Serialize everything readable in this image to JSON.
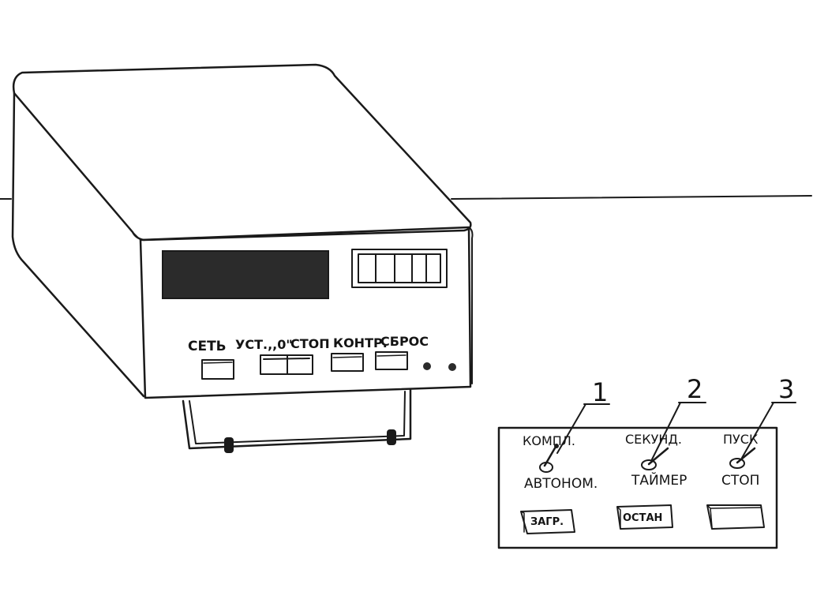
{
  "device_labels": {
    "power": "СЕТЬ",
    "zero_set": "УСТ.,,0\"",
    "stop": "СТОП",
    "control": "КОНТР.",
    "reset": "СБРОС"
  },
  "callouts": [
    "1",
    "2",
    "3"
  ],
  "panel": {
    "switch1_top": "КОМПЛ.",
    "switch1_bottom": "АВТОНОМ.",
    "switch2_top": "СЕКУНД.",
    "switch2_bottom": "ТАЙМЕР",
    "switch3_top": "ПУСК",
    "switch3_bottom": "СТОП",
    "button_load": "ЗАГР.",
    "button_halt": "ОСТАН"
  },
  "colors": {
    "ink": "#1a1a1a",
    "display": "#2b2b2b",
    "paper": "#ffffff"
  }
}
